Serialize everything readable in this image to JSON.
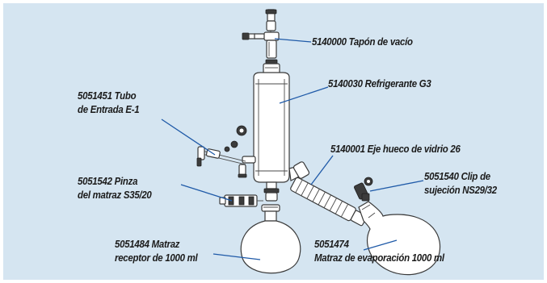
{
  "colors": {
    "background": "#d5e5f1",
    "leader_line": "#1f5aa8",
    "glass_outline": "#3a3a3a",
    "text": "#1b1b1b"
  },
  "labels": {
    "vacuum_cap": "5140000 Tapón de vacío",
    "condenser": "5140030 Refrigerante G3",
    "inlet_tube_line1": "5051451 Tubo",
    "inlet_tube_line2": "de  Entrada E-1",
    "hollow_shaft": "5140001 Eje hueco de vidrio 26",
    "flask_clamp_line1": "5051542 Pinza",
    "flask_clamp_line2": "del matraz S35/20",
    "joint_clip_line1": "5051540 Clip de",
    "joint_clip_line2": "sujeción NS29/32",
    "receiving_flask_line1": "5051484 Matraz",
    "receiving_flask_line2": "receptor de 1000 ml",
    "evaporation_flask_line1": "5051474",
    "evaporation_flask_line2": "Matraz de evaporación 1000 ml"
  }
}
